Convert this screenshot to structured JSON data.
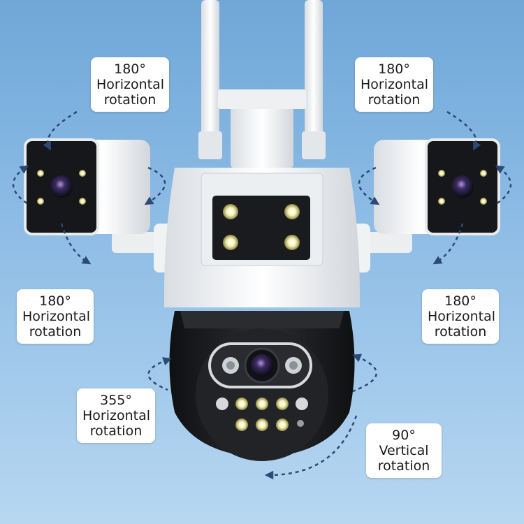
{
  "colors": {
    "sky_top": "#6fa7d8",
    "sky_bottom": "#b7d7f1",
    "housing_white": "#f2f4f6",
    "housing_black": "#1c1d20",
    "arrow": "#2c4a73"
  },
  "icons": [
    "rotation-arrow-icon",
    "ir-led-icon",
    "camera-lens-icon",
    "wifi-antenna-icon"
  ],
  "labels": {
    "top_left": {
      "line1": "180°",
      "line2": "Horizontal",
      "line3": "rotation"
    },
    "top_right": {
      "line1": "180°",
      "line2": "Horizontal",
      "line3": "rotation"
    },
    "mid_left": {
      "line1": "180°",
      "line2": "Horizontal",
      "line3": "rotation"
    },
    "mid_right": {
      "line1": "180°",
      "line2": "Horizontal",
      "line3": "rotation"
    },
    "bottom_left": {
      "line1": "355°",
      "line2": "Horizontal",
      "line3": "rotation"
    },
    "bottom_right": {
      "line1": "90°",
      "line2": "Vertical",
      "line3": "rotation"
    }
  }
}
